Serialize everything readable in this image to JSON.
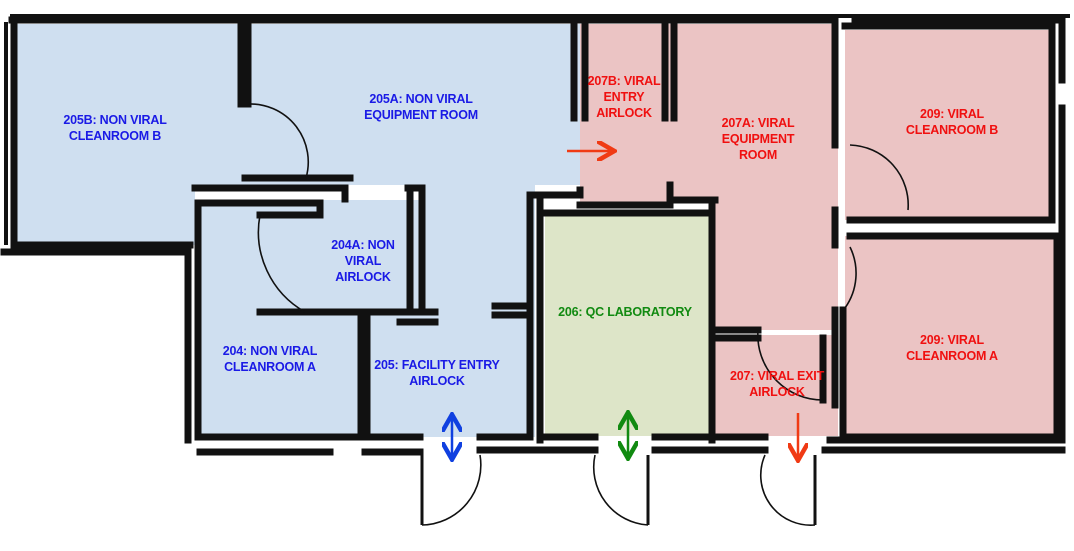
{
  "diagram": {
    "type": "floor-plan",
    "legend_colors": {
      "non_viral_zone": "#cfdff0",
      "viral_zone": "#ebc4c4",
      "qc_zone": "#dde5c8",
      "wall": "#111111",
      "non_viral_text": "#1a1ae6",
      "viral_text": "#f01010",
      "qc_text": "#118a11",
      "viral_arrow": "#f03a14",
      "entry_arrow": "#1040e0",
      "qc_arrow": "#118a11"
    },
    "rooms": [
      {
        "id": "205B",
        "label": "205B: NON VIRAL\nCLEANROOM B",
        "zone": "non-viral"
      },
      {
        "id": "205A",
        "label": "205A: NON VIRAL\nEQUIPMENT ROOM",
        "zone": "non-viral"
      },
      {
        "id": "204A",
        "label": "204A: NON\nVIRAL\nAIRLOCK",
        "zone": "non-viral"
      },
      {
        "id": "204",
        "label": "204: NON VIRAL\nCLEANROOM A",
        "zone": "non-viral"
      },
      {
        "id": "205",
        "label": "205: FACILITY ENTRY\nAIRLOCK",
        "zone": "non-viral"
      },
      {
        "id": "206",
        "label": "206: QC LABORATORY",
        "zone": "qc"
      },
      {
        "id": "207B",
        "label": "207B: VIRAL\nENTRY\nAIRLOCK",
        "zone": "viral"
      },
      {
        "id": "207A",
        "label": "207A: VIRAL\nEQUIPMENT\nROOM",
        "zone": "viral"
      },
      {
        "id": "209B",
        "label": "209: VIRAL\nCLEANROOM B",
        "zone": "viral"
      },
      {
        "id": "209A",
        "label": "209: VIRAL\nCLEANROOM A",
        "zone": "viral"
      },
      {
        "id": "207",
        "label": "207: VIRAL EXIT\nAIRLOCK",
        "zone": "viral"
      }
    ],
    "flow_arrows": [
      {
        "id": "viral-entry",
        "direction": "right",
        "from": "205A",
        "to": "207B"
      },
      {
        "id": "facility-entry",
        "direction": "bidirectional-vertical",
        "room": "205"
      },
      {
        "id": "qc-entry",
        "direction": "bidirectional-vertical",
        "room": "206"
      },
      {
        "id": "viral-exit",
        "direction": "down",
        "room": "207"
      }
    ]
  }
}
